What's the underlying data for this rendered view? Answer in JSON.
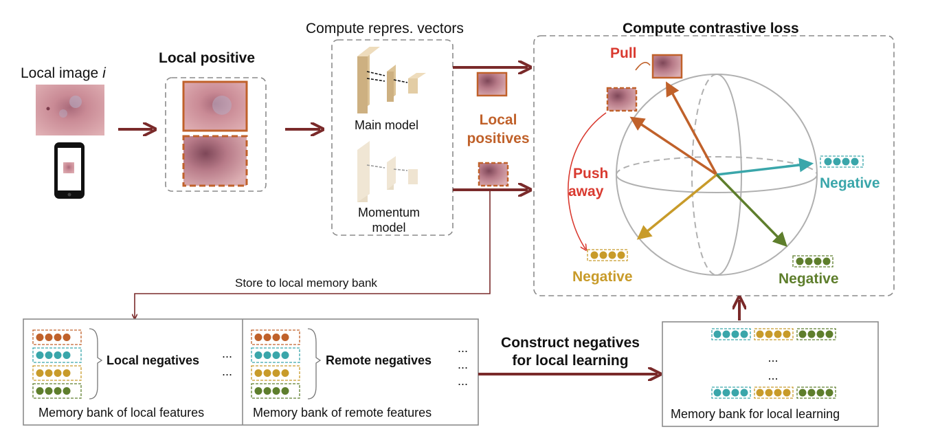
{
  "labels": {
    "local_image": "Local image ",
    "local_image_var": "i",
    "local_positive_header": "Local positive",
    "compute_vectors": "Compute repres. vectors",
    "main_model": "Main model",
    "momentum_model_line1": "Momentum",
    "momentum_model_line2": "model",
    "local_positives_line1": "Local",
    "local_positives_line2": "positives",
    "compute_loss": "Compute contrastive loss",
    "pull": "Pull",
    "push_line1": "Push",
    "push_line2": "away",
    "negative_teal": "Negative",
    "negative_gold": "Negative",
    "negative_green": "Negative",
    "store_bank": "Store to local memory bank",
    "local_negatives": "Local negatives",
    "remote_negatives": "Remote negatives",
    "ellipsis": "...",
    "bank_local": "Memory bank of local features",
    "bank_remote": "Memory bank of remote features",
    "construct_line1": "Construct negatives",
    "construct_line2": "for local learning",
    "bank_learning": "Memory bank for local learning"
  },
  "colors": {
    "arrow_dark": "#7a2a2a",
    "orange": "#c0612a",
    "red": "#d93a30",
    "teal": "#3aa6aa",
    "gold": "#c89b2a",
    "green": "#5e7e2c",
    "skin": "#c98a95"
  },
  "icons": {
    "phone": "smartphone-icon",
    "network": "neural-network-icon",
    "sphere": "hypersphere-icon",
    "vector": "feature-vector-icon"
  }
}
